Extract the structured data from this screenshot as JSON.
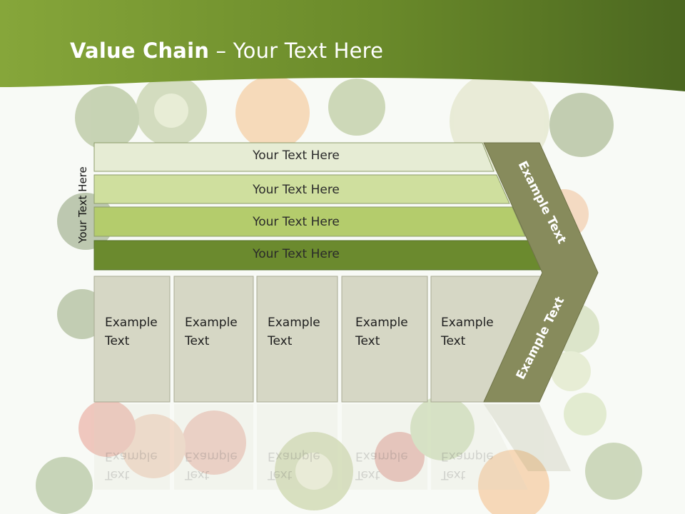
{
  "title": {
    "bold": "Value Chain",
    "rest": " – Your Text Here"
  },
  "vertical_label": "Your Text Here",
  "support_bars": [
    {
      "label": "Your Text Here"
    },
    {
      "label": "Your Text Here"
    },
    {
      "label": "Your Text Here"
    },
    {
      "label": "Your Text Here"
    }
  ],
  "primary_columns": [
    {
      "line1": "Example",
      "line2": "Text"
    },
    {
      "line1": "Example",
      "line2": "Text"
    },
    {
      "line1": "Example",
      "line2": "Text"
    },
    {
      "line1": "Example",
      "line2": "Text"
    },
    {
      "line1": "Example",
      "line2": "Text"
    }
  ],
  "chevron": {
    "upper": "Example Text",
    "lower": "Example Text"
  },
  "colors": {
    "header_dark": "#4e6a1f",
    "header_light": "#7f9e35",
    "bar1": "#e6ecd4",
    "bar2": "#cfdf9e",
    "bar3": "#b4cc6c",
    "bar4": "#6b8a2e",
    "column_fill": "#d6d7c5",
    "chevron": "#878b5c"
  }
}
